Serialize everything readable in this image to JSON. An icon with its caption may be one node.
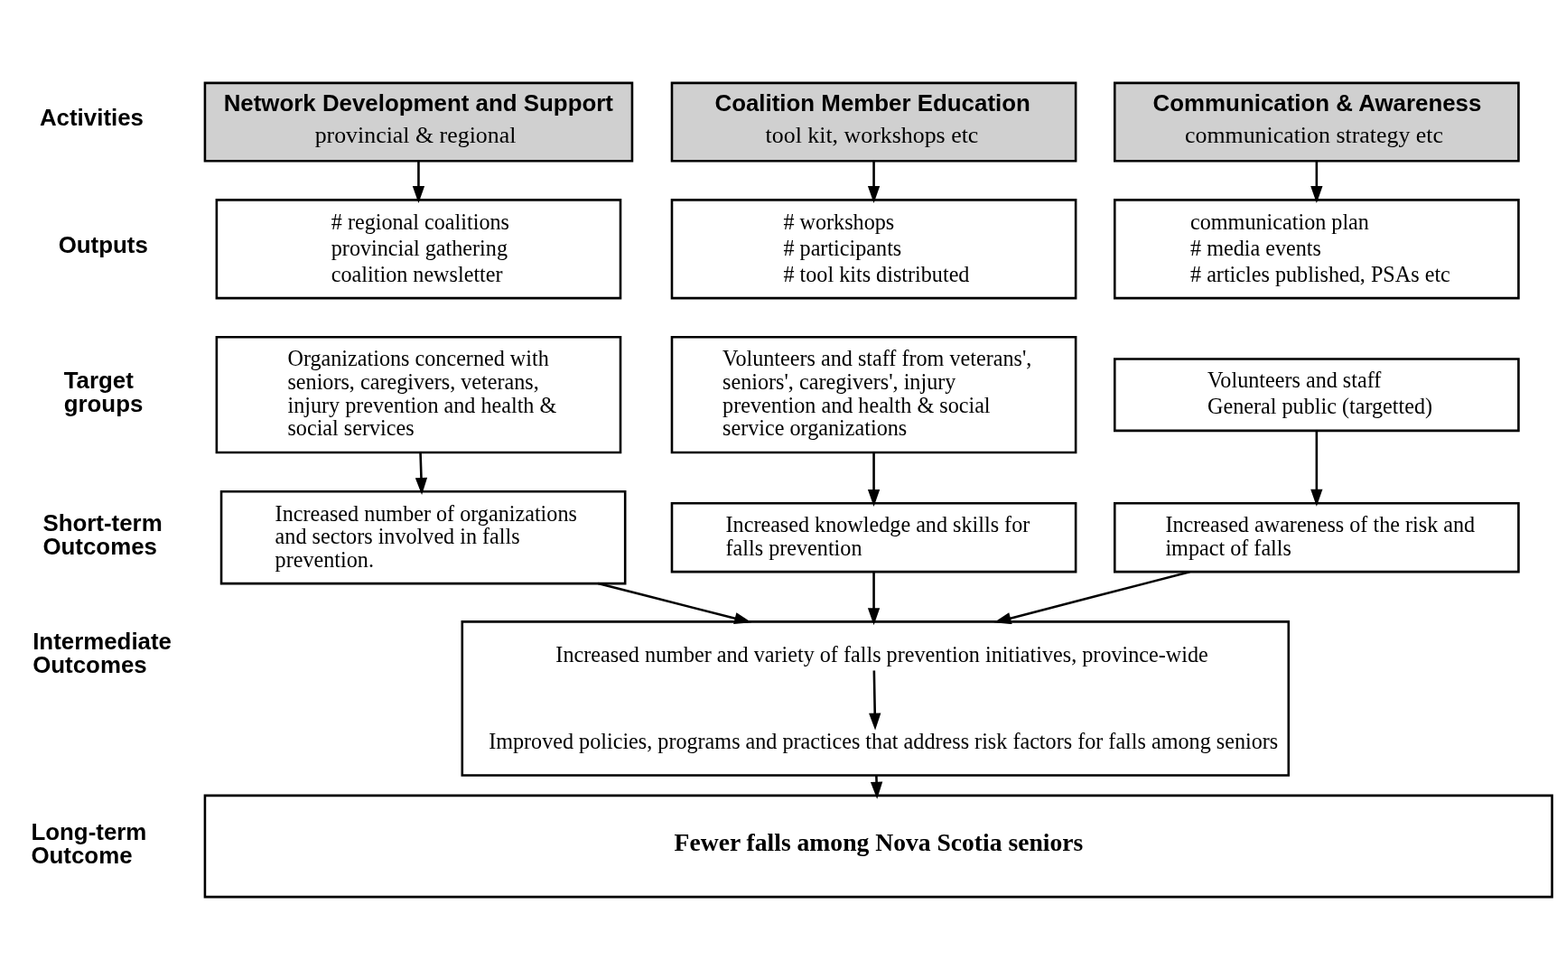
{
  "diagram": {
    "nodes": [
      {
        "text": [
          "Network Development and Support",
          "provincial & regional"
        ]
      },
      {
        "text": [
          "Coalition Member Education",
          "tool kit, workshops etc"
        ]
      },
      {
        "text": [
          "Communication & Awareness",
          "communication strategy etc"
        ]
      },
      {
        "text": [
          "# regional coalitions",
          "provincial gathering",
          "coalition newsletter"
        ]
      },
      {
        "text": [
          "# workshops",
          "# participants",
          "# tool kits distributed"
        ]
      },
      {
        "text": [
          "communication plan",
          "# media events",
          "# articles published, PSAs etc"
        ]
      },
      {
        "text": [
          "Organizations concerned with seniors, caregivers, veterans, injury prevention and health & social services"
        ]
      },
      {
        "text": [
          "Volunteers and staff from veterans', seniors', caregivers', injury prevention and health & social service organizations"
        ]
      },
      {
        "text": [
          "Volunteers and staff",
          "General public (targetted)"
        ]
      },
      {
        "text": [
          "Increased number of organizations and sectors involved in falls prevention."
        ]
      },
      {
        "text": [
          "Increased knowledge and skills for falls prevention"
        ]
      },
      {
        "text": [
          "Increased awareness of the risk and impact of falls"
        ]
      },
      {
        "text": [],
        "shape": "box"
      },
      {
        "text": [
          "Increased number and variety of falls prevention initiatives, province-wide"
        ],
        "in": 12
      },
      {
        "text": [
          "Improved policies, programs and practices that address risk factors for falls among seniors"
        ],
        "in": 12
      },
      {
        "text": [
          "Fewer falls among Nova Scotia seniors"
        ]
      }
    ],
    "edges": [
      {
        "from": 0,
        "to": 3,
        "arrow": "to"
      },
      {
        "from": 1,
        "to": 4,
        "arrow": "to"
      },
      {
        "from": 2,
        "to": 5,
        "arrow": "to"
      },
      {
        "from": 6,
        "to": 9,
        "arrow": "to"
      },
      {
        "from": 7,
        "to": 10,
        "arrow": "to"
      },
      {
        "from": 8,
        "to": 11,
        "arrow": "to"
      },
      {
        "from": 9,
        "to": 12,
        "arrow": "to"
      },
      {
        "from": 10,
        "to": 12,
        "arrow": "to"
      },
      {
        "from": 11,
        "to": 12,
        "arrow": "to"
      },
      {
        "from": 13,
        "to": 14,
        "arrow": "to"
      },
      {
        "from": 12,
        "to": 15,
        "arrow": "to"
      }
    ],
    "labels": [
      "Activities",
      "Outputs",
      "Target groups",
      "Short-term Outcomes",
      "Intermediate Outcomes",
      "Long-term Outcome"
    ]
  }
}
